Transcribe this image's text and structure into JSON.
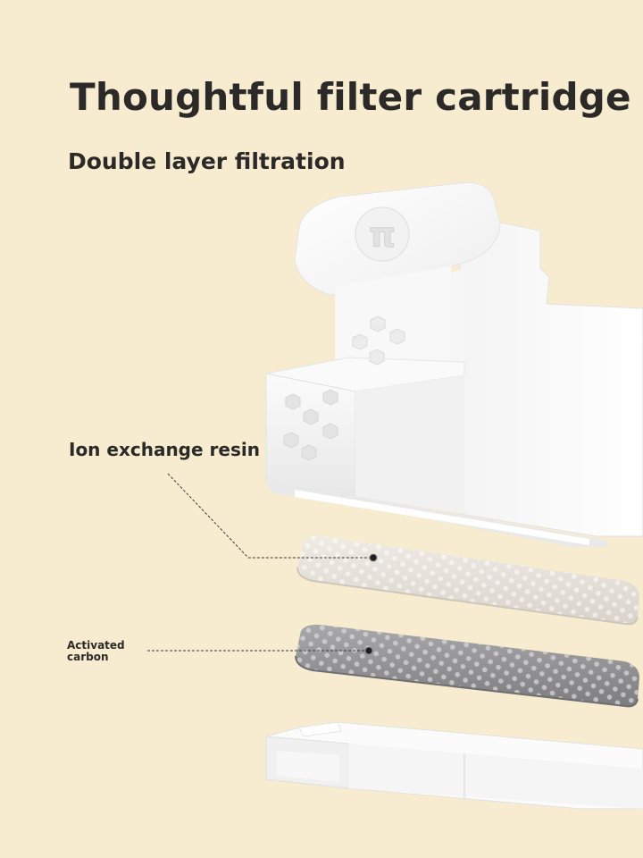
{
  "title": "Thoughtful filter cartridge",
  "subtitle": "Double layer filtration",
  "labels": {
    "resin": "Ion exchange resin",
    "carbon_line1": "Activated",
    "carbon_line2": "carbon"
  },
  "logo": {
    "glyph": "π",
    "icon": "pi-logo-icon"
  },
  "colors": {
    "background": "#f8ecd0",
    "text": "#2b2a28",
    "cartridge": "#ffffff",
    "resin_layer": "#e9e4dc",
    "carbon_layer": "#9a9a9c"
  }
}
